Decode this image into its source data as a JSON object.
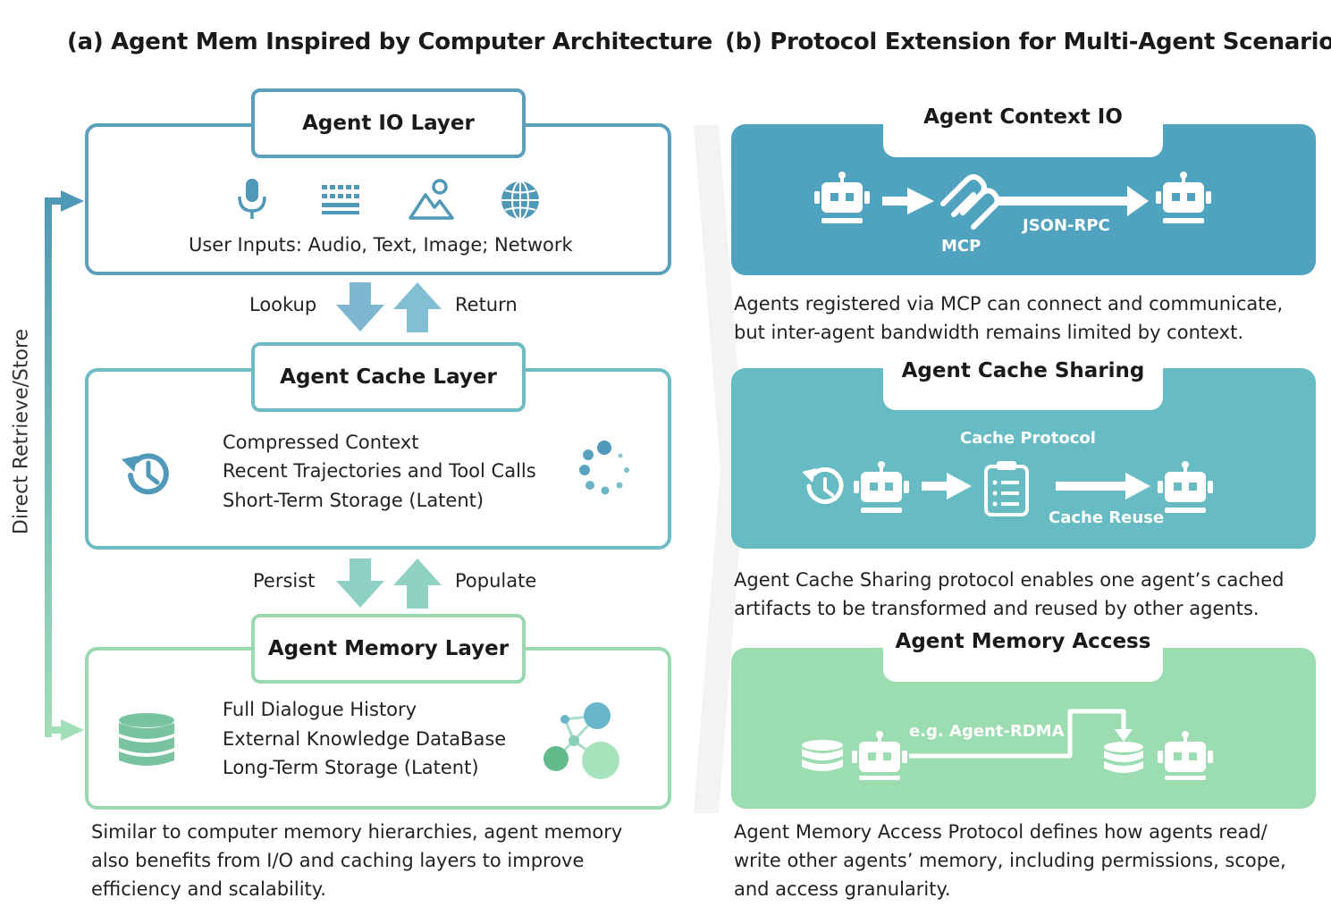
{
  "left": {
    "title": "(a) Agent Mem Inspired by Computer Architecture",
    "side_label": "Direct Retrieve/Store",
    "io_layer": {
      "title": "Agent IO Layer",
      "icons": [
        "microphone-icon",
        "keyboard-icon",
        "image-icon",
        "globe-icon"
      ],
      "caption": "User Inputs: Audio, Text, Image; Network"
    },
    "arrows_top": {
      "left": "Lookup",
      "right": "Return"
    },
    "cache_layer": {
      "title": "Agent Cache Layer",
      "lines": [
        "Compressed Context",
        "Recent Trajectories and Tool Calls",
        "Short-Term Storage (Latent)"
      ]
    },
    "arrows_bottom": {
      "left": "Persist",
      "right": "Populate"
    },
    "memory_layer": {
      "title": "Agent Memory Layer",
      "lines": [
        "Full Dialogue History",
        "External Knowledge DataBase",
        "Long-Term Storage (Latent)"
      ]
    },
    "description": "Similar to computer memory hierarchies, agent memory also benefits from I/O and caching layers to improve efficiency and scalability."
  },
  "right": {
    "title": "(b) Protocol Extension for Multi-Agent Scenarios",
    "context_io": {
      "title": "Agent Context IO",
      "mcp_label": "MCP",
      "rpc_label": "JSON-RPC",
      "description": "Agents registered via MCP can connect and communicate, but inter-agent bandwidth remains limited by context."
    },
    "cache_sharing": {
      "title": "Agent Cache Sharing",
      "protocol_label": "Cache Protocol",
      "reuse_label": "Cache Reuse",
      "description": "Agent Cache Sharing protocol enables one agent’s cached artifacts to be transformed and reused by other agents."
    },
    "memory_access": {
      "title": "Agent Memory Access",
      "rdma_label": "e.g. Agent-RDMA",
      "description": "Agent Memory Access Protocol defines how agents read/ write other agents’ memory, including permissions, scope, and access granularity."
    }
  },
  "colors": {
    "io": "#5a9fbc",
    "cache": "#6dbcc4",
    "memory": "#9ad9b0",
    "panel_io": "#4fa3bf",
    "panel_cache": "#66bcc2",
    "panel_memory": "#9bdcb0"
  }
}
